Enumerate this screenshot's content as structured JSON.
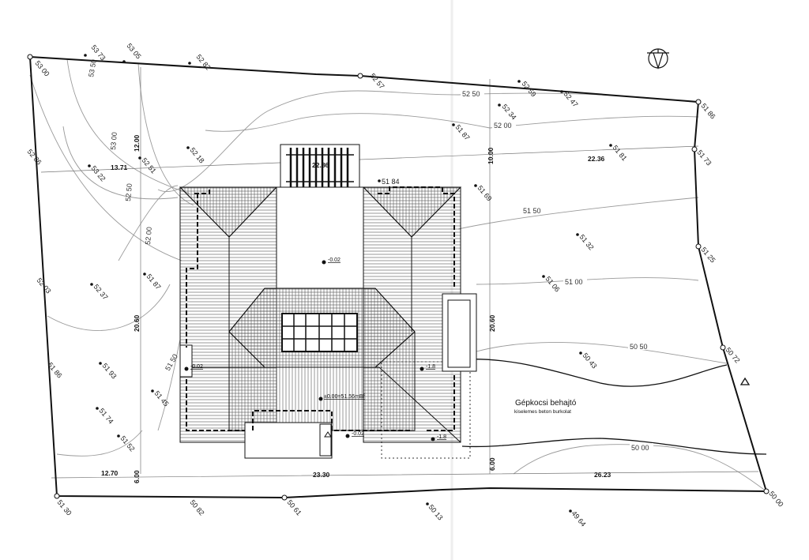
{
  "spot_elevations": [
    "53 00",
    "52 86",
    "52 03",
    "51 86",
    "51 30",
    "50 82",
    "50 61",
    "50 13",
    "49 64",
    "50 00",
    "50 72",
    "51 25",
    "51 73",
    "51 86",
    "52 57",
    "52 59",
    "52 47",
    "52 34",
    "51 87",
    "51 84",
    "51 69",
    "51 81",
    "51 32",
    "51 06",
    "50 43",
    "53 73",
    "53 05",
    "52 82",
    "52 18",
    "53 22",
    "52 51",
    "52 37",
    "51 87",
    "51 93",
    "51 45",
    "51 74",
    "51 52"
  ],
  "contours": [
    "53 50",
    "53 00",
    "52 50",
    "52 00",
    "51 50",
    "52 50",
    "52 00",
    "51 50",
    "51 00",
    "50 50",
    "50 00"
  ],
  "dimensions": [
    "12.00",
    "13.71",
    "22.36",
    "10.00",
    "20.60",
    "20.60",
    "12.70",
    "6.00",
    "23.30",
    "6.00",
    "26.23",
    "22.86"
  ],
  "levels": [
    "-0.02",
    "-0.02",
    "±0.00=51.56mBf",
    "-1.8",
    "-0.02",
    "-1.8"
  ],
  "driveway": {
    "title": "Gépkocsi behajtó",
    "subtitle": "kiselemes beton burkolat"
  },
  "colors": {
    "line": "#111111",
    "contour": "#9a9a9a",
    "paper": "#ffffff"
  }
}
